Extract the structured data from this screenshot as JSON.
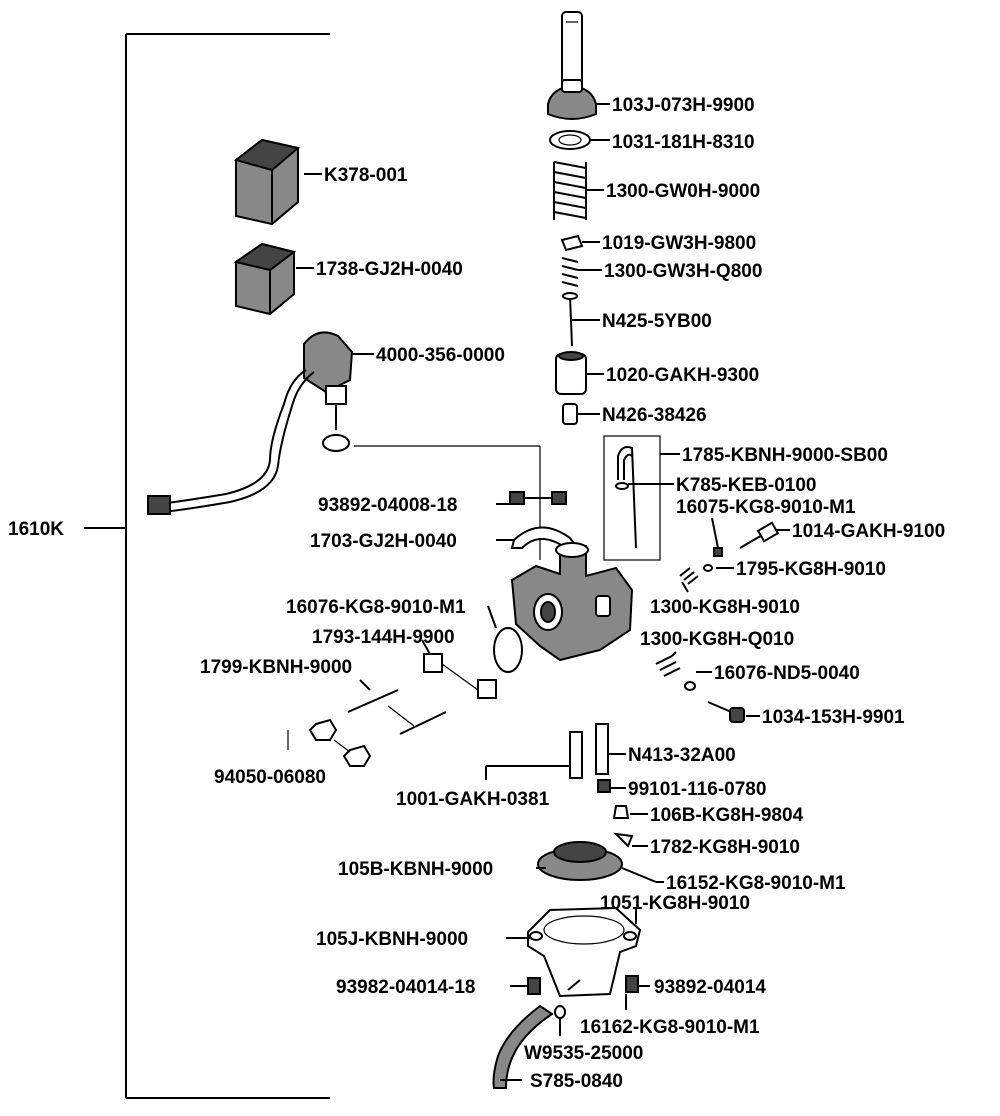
{
  "assembly": "1610K",
  "parts": [
    {
      "id": "p01",
      "number": "103J-073H-9900"
    },
    {
      "id": "p02",
      "number": "1031-181H-8310"
    },
    {
      "id": "p03",
      "number": "K378-001"
    },
    {
      "id": "p04",
      "number": "1300-GW0H-9000"
    },
    {
      "id": "p05",
      "number": "1019-GW3H-9800"
    },
    {
      "id": "p06",
      "number": "1738-GJ2H-0040"
    },
    {
      "id": "p07",
      "number": "1300-GW3H-Q800"
    },
    {
      "id": "p08",
      "number": "N425-5YB00"
    },
    {
      "id": "p09",
      "number": "4000-356-0000"
    },
    {
      "id": "p10",
      "number": "1020-GAKH-9300"
    },
    {
      "id": "p11",
      "number": "N426-38426"
    },
    {
      "id": "p12",
      "number": "1785-KBNH-9000-SB00"
    },
    {
      "id": "p13",
      "number": "K785-KEB-0100"
    },
    {
      "id": "p14",
      "number": "93892-04008-18"
    },
    {
      "id": "p15",
      "number": "16075-KG8-9010-M1"
    },
    {
      "id": "p16",
      "number": "1014-GAKH-9100"
    },
    {
      "id": "p17",
      "number": "1703-GJ2H-0040"
    },
    {
      "id": "p18",
      "number": "1795-KG8H-9010"
    },
    {
      "id": "p19",
      "number": "16076-KG8-9010-M1"
    },
    {
      "id": "p20",
      "number": "1300-KG8H-9010"
    },
    {
      "id": "p21",
      "number": "1793-144H-9900"
    },
    {
      "id": "p22",
      "number": "1300-KG8H-Q010"
    },
    {
      "id": "p23",
      "number": "1799-KBNH-9000"
    },
    {
      "id": "p24",
      "number": "16076-ND5-0040"
    },
    {
      "id": "p25",
      "number": "1034-153H-9901"
    },
    {
      "id": "p26",
      "number": "N413-32A00"
    },
    {
      "id": "p27",
      "number": "94050-06080"
    },
    {
      "id": "p28",
      "number": "99101-116-0780"
    },
    {
      "id": "p29",
      "number": "1001-GAKH-0381"
    },
    {
      "id": "p30",
      "number": "106B-KG8H-9804"
    },
    {
      "id": "p31",
      "number": "1782-KG8H-9010"
    },
    {
      "id": "p32",
      "number": "105B-KBNH-9000"
    },
    {
      "id": "p33",
      "number": "16152-KG8-9010-M1"
    },
    {
      "id": "p34",
      "number": "1051-KG8H-9010"
    },
    {
      "id": "p35",
      "number": "105J-KBNH-9000"
    },
    {
      "id": "p36",
      "number": "93982-04014-18"
    },
    {
      "id": "p37",
      "number": "93892-04014"
    },
    {
      "id": "p38",
      "number": "16162-KG8-9010-M1"
    },
    {
      "id": "p39",
      "number": "W9535-25000"
    },
    {
      "id": "p40",
      "number": "S785-0840"
    }
  ]
}
